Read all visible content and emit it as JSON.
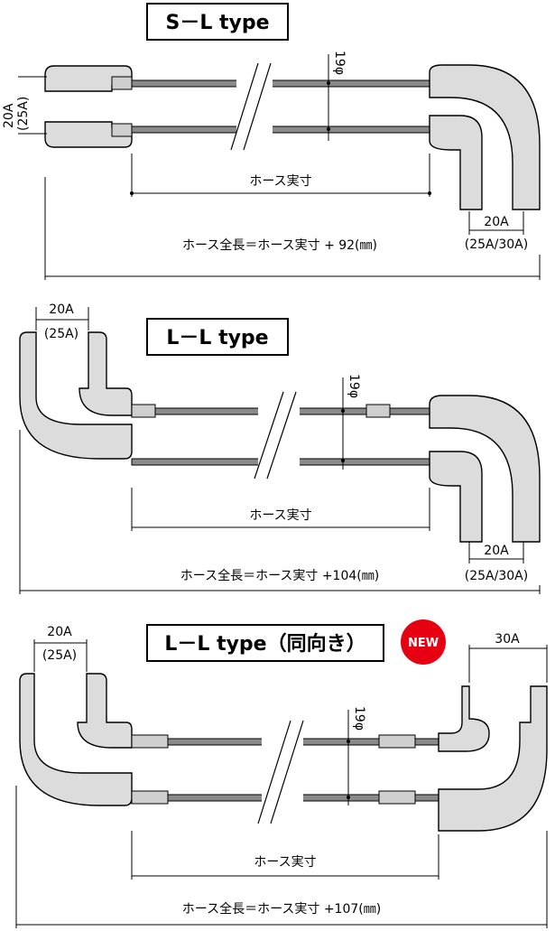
{
  "diagram_sl": {
    "title": "S－L type",
    "left_size": "20A",
    "left_size_alt": "(25A)",
    "diameter": "19φ",
    "hose_label": "ホース実寸",
    "right_size": "20A",
    "right_size_alt": "(25A/30A)",
    "formula": "ホース全長＝ホース実寸 + 92(㎜)"
  },
  "diagram_ll": {
    "title": "L－L type",
    "left_size": "20A",
    "left_size_alt": "(25A)",
    "diameter": "19φ",
    "hose_label": "ホース実寸",
    "right_size": "20A",
    "right_size_alt": "(25A/30A)",
    "formula": "ホース全長＝ホース実寸 +104(㎜)"
  },
  "diagram_ll_same": {
    "title": "L－L type（同向き）",
    "badge": "NEW",
    "badge_color": "#e60012",
    "left_size": "20A",
    "left_size_alt": "(25A)",
    "right_size": "30A",
    "diameter": "19φ",
    "hose_label": "ホース実寸",
    "formula": "ホース全長＝ホース実寸 +107(㎜)"
  }
}
